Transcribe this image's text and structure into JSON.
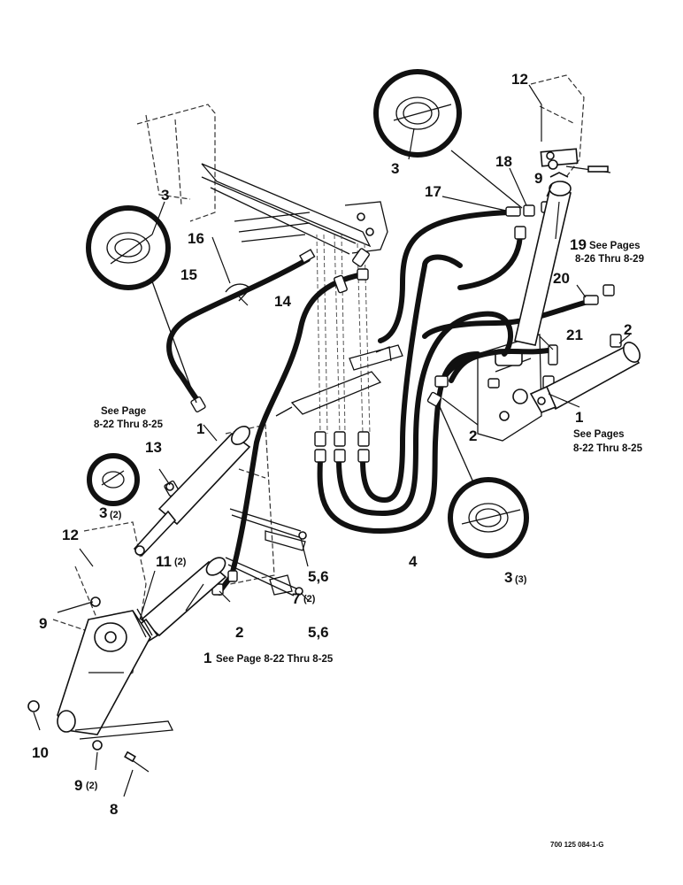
{
  "callouts": [
    {
      "id": "c1a",
      "num": "1",
      "sub": ""
    },
    {
      "id": "c1b",
      "num": "1",
      "sub": ""
    },
    {
      "id": "c1c",
      "num": "1",
      "sub": ""
    },
    {
      "id": "c2a",
      "num": "2",
      "sub": ""
    },
    {
      "id": "c2b",
      "num": "2",
      "sub": ""
    },
    {
      "id": "c2c",
      "num": "2",
      "sub": ""
    },
    {
      "id": "c3a",
      "num": "3",
      "sub": ""
    },
    {
      "id": "c3b",
      "num": "3",
      "sub": ""
    },
    {
      "id": "c3c",
      "num": "3",
      "sub": "(2)"
    },
    {
      "id": "c3d",
      "num": "3",
      "sub": "(3)"
    },
    {
      "id": "c4",
      "num": "4",
      "sub": ""
    },
    {
      "id": "c56a",
      "num": "5,6",
      "sub": ""
    },
    {
      "id": "c56b",
      "num": "5,6",
      "sub": ""
    },
    {
      "id": "c7",
      "num": "7",
      "sub": "(2)"
    },
    {
      "id": "c8",
      "num": "8",
      "sub": ""
    },
    {
      "id": "c9a",
      "num": "9",
      "sub": ""
    },
    {
      "id": "c9b",
      "num": "9",
      "sub": ""
    },
    {
      "id": "c9c",
      "num": "9",
      "sub": "(2)"
    },
    {
      "id": "c10",
      "num": "10",
      "sub": ""
    },
    {
      "id": "c11",
      "num": "11",
      "sub": "(2)"
    },
    {
      "id": "c12a",
      "num": "12",
      "sub": ""
    },
    {
      "id": "c12b",
      "num": "12",
      "sub": ""
    },
    {
      "id": "c13",
      "num": "13",
      "sub": ""
    },
    {
      "id": "c14",
      "num": "14",
      "sub": ""
    },
    {
      "id": "c15",
      "num": "15",
      "sub": ""
    },
    {
      "id": "c16",
      "num": "16",
      "sub": ""
    },
    {
      "id": "c17",
      "num": "17",
      "sub": ""
    },
    {
      "id": "c18",
      "num": "18",
      "sub": ""
    },
    {
      "id": "c19",
      "num": "19",
      "sub": ""
    },
    {
      "id": "c20",
      "num": "20",
      "sub": ""
    },
    {
      "id": "c21",
      "num": "21",
      "sub": ""
    }
  ],
  "notes": {
    "see_1a_line1": "See Page",
    "see_1a_line2": "8-22 Thru 8-25",
    "see_1b_line1": "See Pages",
    "see_1b_line2": "8-22 Thru 8-25",
    "see_1c": "See Page 8-22 Thru 8-25",
    "see_19_line1": "See Pages",
    "see_19_line2": "8-26 Thru 8-29"
  },
  "figure_code": "700 125 084-1-G"
}
